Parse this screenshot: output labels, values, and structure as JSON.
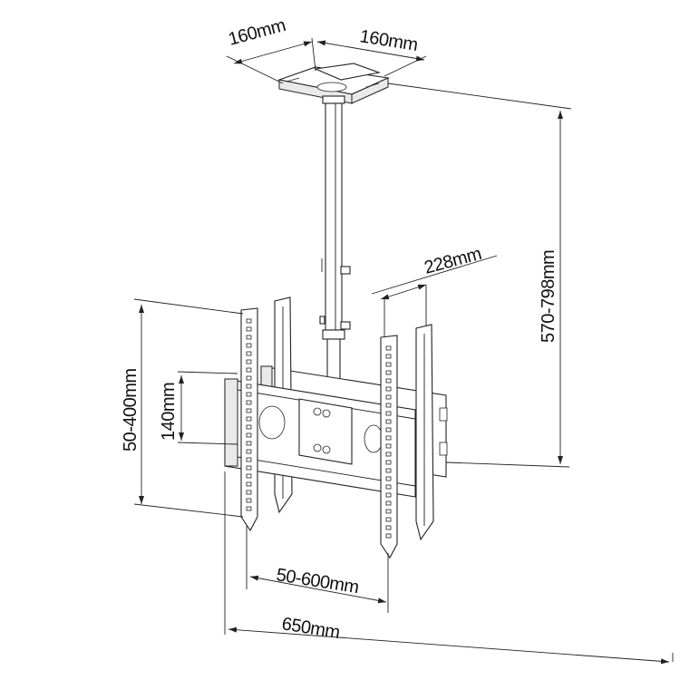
{
  "dimensions": {
    "top_left": "160mm",
    "top_right": "160mm",
    "pole_height": "570-798mm",
    "arm_depth": "228mm",
    "vertical_range": "50-400mm",
    "plate_height": "140mm",
    "horizontal_range": "50-600mm",
    "overall_width": "650mm"
  }
}
